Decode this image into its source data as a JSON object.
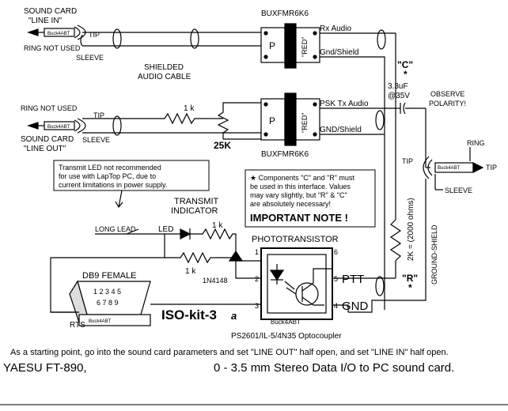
{
  "colors": {
    "line": "#000000",
    "background": "#ffffff"
  },
  "transformers": {
    "top_label": "BUXFMR6K6",
    "bottom_label": "BUXFMR6K6",
    "primary": "P",
    "secondary": "\"RED\"",
    "top_rx": "Rx Audio",
    "top_gnd": "Gnd/Shield",
    "bot_tx": "PSK Tx Audio",
    "bot_gnd": "GND/Shield"
  },
  "left_jacks": {
    "line_in_1": "SOUND CARD",
    "line_in_2": "\"LINE IN\"",
    "ring_not_used_top": "RING NOT USED",
    "sleeve_top": "SLEEVE",
    "tip_top": "TIP",
    "shielded_1": "SHIELDED",
    "shielded_2": "AUDIO CABLE",
    "ring_not_used_bot": "RING NOT USED",
    "line_out_1": "SOUND CARD",
    "line_out_2": "\"LINE OUT\"",
    "sleeve_bot": "SLEEVE",
    "tip_bot": "TIP",
    "plug_brand": "Buck4ABT"
  },
  "resistors": {
    "r1k_top": "1 k",
    "pot": "25K",
    "r1k_led": "1 k",
    "r1k_bottom": "1 k"
  },
  "capacitor": {
    "name": "\"C\"",
    "star": "*",
    "value": "3.3uF",
    "volt": "@35V",
    "observe_1": "OBSERVE",
    "observe_2": "POLARITY!"
  },
  "right_plug": {
    "ring": "RING",
    "tip": "TIP",
    "sleeve": "SLEEVE",
    "brand": "Buck4ABT",
    "ground_shield": "GROUND-SHIELD"
  },
  "r_resistor": {
    "value": "2K = (2000 ohms)",
    "name": "\"R\"",
    "star": "*"
  },
  "notes": {
    "transmit_led": [
      "Transmit LED not recommended",
      "for use with LapTop PC, due to",
      "current limitations in power supply."
    ],
    "transmit_indicator": [
      "TRANSMIT",
      "INDICATOR"
    ],
    "components": [
      "★  Components \"C\" and \"R\" must",
      "be used in this interface. Values",
      "may vary slightly, but \"R\" & \"C\"",
      "are absolutely necessary!"
    ],
    "important": "IMPORTANT NOTE !"
  },
  "led_section": {
    "long_lead": "LONG LEAD",
    "led": "LED",
    "diode": "1N4148"
  },
  "optocoupler": {
    "title": "PHOTOTRANSISTOR",
    "part": "PS2601/IL-5/4N35 Optocoupler",
    "brand": "Buck4ABT",
    "pins": [
      "1",
      "2",
      "3",
      "4",
      "5",
      "6"
    ],
    "ptt": "PTT",
    "gnd": "GND"
  },
  "db9": {
    "title": "DB9 FEMALE",
    "top_pins": "1 2 3 4 5",
    "bottom_pins": "6 7 8 9",
    "rts": "RTS",
    "brand": "Buck4ABT"
  },
  "kit": {
    "name": "ISO-kit-3",
    "suffix": "a"
  },
  "footer": {
    "instruction": "As a starting point, go into the sound card parameters and set \"LINE OUT\" half open, and set \"LINE IN\" half open.",
    "radio": "YAESU FT-890,",
    "description": "0 - 3.5 mm Stereo Data I/O to PC sound card."
  }
}
